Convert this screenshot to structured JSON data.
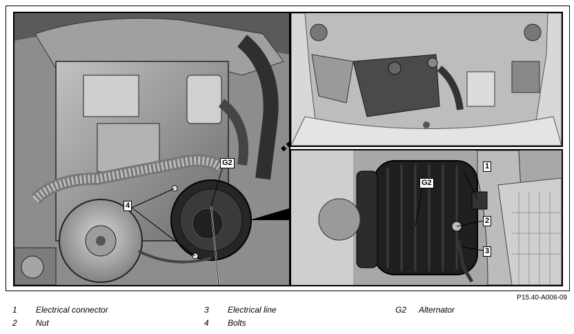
{
  "callouts": {
    "left_g2": "G2",
    "left_4": "4",
    "right_g2": "G2",
    "right_1": "1",
    "right_2": "2",
    "right_3": "3"
  },
  "figure_ref": "P15.40-A006-09",
  "legend": [
    {
      "key": "1",
      "text": "Electrical connector"
    },
    {
      "key": "2",
      "text": "Nut"
    },
    {
      "key": "3",
      "text": "Electrical line"
    },
    {
      "key": "4",
      "text": "Bolts"
    },
    {
      "key": "G2",
      "text": "Alternator"
    }
  ],
  "colors": {
    "engine_dark": "#2b2b2b",
    "engine_mid": "#6f6f6f",
    "engine_light": "#b8b8b8",
    "outline": "#000000"
  }
}
